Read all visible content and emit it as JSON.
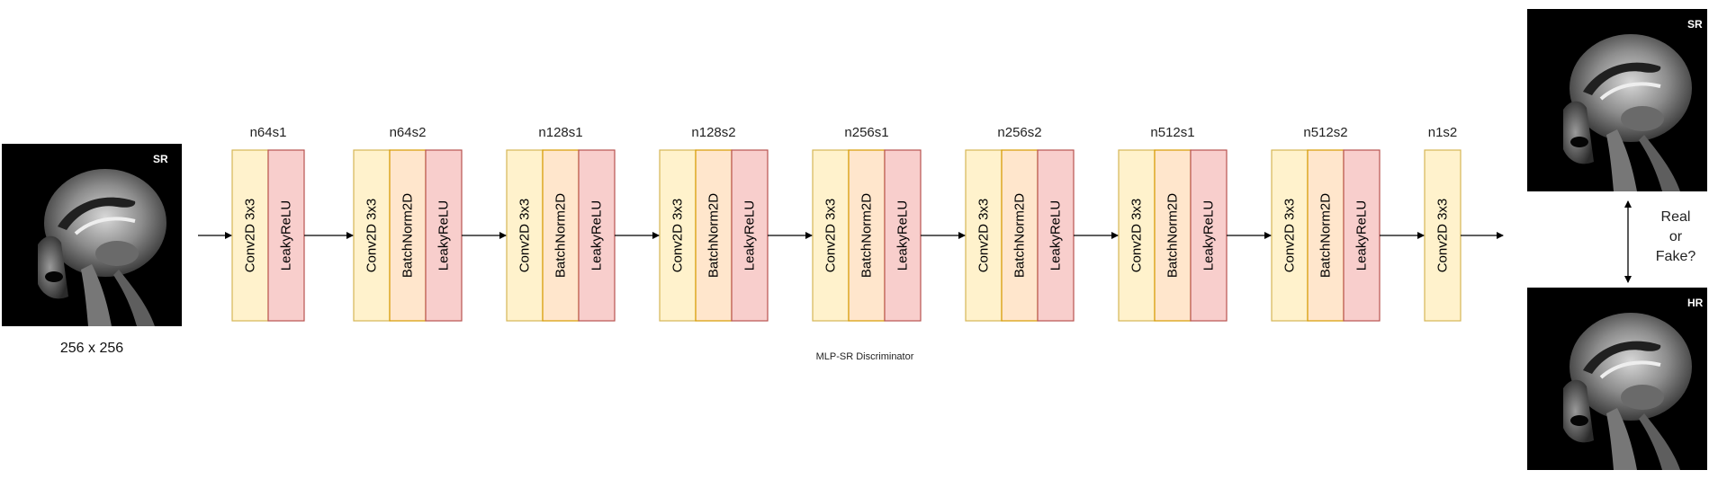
{
  "input_image": {
    "tag": "SR",
    "size_label": "256 x 256"
  },
  "blocks": [
    {
      "name": "n64s1",
      "layers": [
        {
          "type": "conv",
          "label": "Conv2D 3x3"
        },
        {
          "type": "act",
          "label": "LeakyReLU"
        }
      ]
    },
    {
      "name": "n64s2",
      "layers": [
        {
          "type": "conv",
          "label": "Conv2D 3x3"
        },
        {
          "type": "bn",
          "label": "BatchNorm2D"
        },
        {
          "type": "act",
          "label": "LeakyReLU"
        }
      ]
    },
    {
      "name": "n128s1",
      "layers": [
        {
          "type": "conv",
          "label": "Conv2D 3x3"
        },
        {
          "type": "bn",
          "label": "BatchNorm2D"
        },
        {
          "type": "act",
          "label": "LeakyReLU"
        }
      ]
    },
    {
      "name": "n128s2",
      "layers": [
        {
          "type": "conv",
          "label": "Conv2D 3x3"
        },
        {
          "type": "bn",
          "label": "BatchNorm2D"
        },
        {
          "type": "act",
          "label": "LeakyReLU"
        }
      ]
    },
    {
      "name": "n256s1",
      "layers": [
        {
          "type": "conv",
          "label": "Conv2D 3x3"
        },
        {
          "type": "bn",
          "label": "BatchNorm2D"
        },
        {
          "type": "act",
          "label": "LeakyReLU"
        }
      ]
    },
    {
      "name": "n256s2",
      "layers": [
        {
          "type": "conv",
          "label": "Conv2D 3x3"
        },
        {
          "type": "bn",
          "label": "BatchNorm2D"
        },
        {
          "type": "act",
          "label": "LeakyReLU"
        }
      ]
    },
    {
      "name": "n512s1",
      "layers": [
        {
          "type": "conv",
          "label": "Conv2D 3x3"
        },
        {
          "type": "bn",
          "label": "BatchNorm2D"
        },
        {
          "type": "act",
          "label": "LeakyReLU"
        }
      ]
    },
    {
      "name": "n512s2",
      "layers": [
        {
          "type": "conv",
          "label": "Conv2D 3x3"
        },
        {
          "type": "bn",
          "label": "BatchNorm2D"
        },
        {
          "type": "act",
          "label": "LeakyReLU"
        }
      ]
    },
    {
      "name": "n1s2",
      "layers": [
        {
          "type": "conv",
          "label": "Conv2D 3x3"
        }
      ]
    }
  ],
  "caption": "MLP-SR Discriminator",
  "output_images": [
    {
      "tag": "SR"
    },
    {
      "tag": "HR"
    }
  ],
  "question": [
    "Real",
    "or",
    "Fake?"
  ],
  "colors": {
    "conv_fill": "#fff2cc",
    "conv_stroke": "#d6b656",
    "bn_fill": "#ffe6cc",
    "bn_stroke": "#d79b00",
    "act_fill": "#f8cecc",
    "act_stroke": "#b85450"
  }
}
